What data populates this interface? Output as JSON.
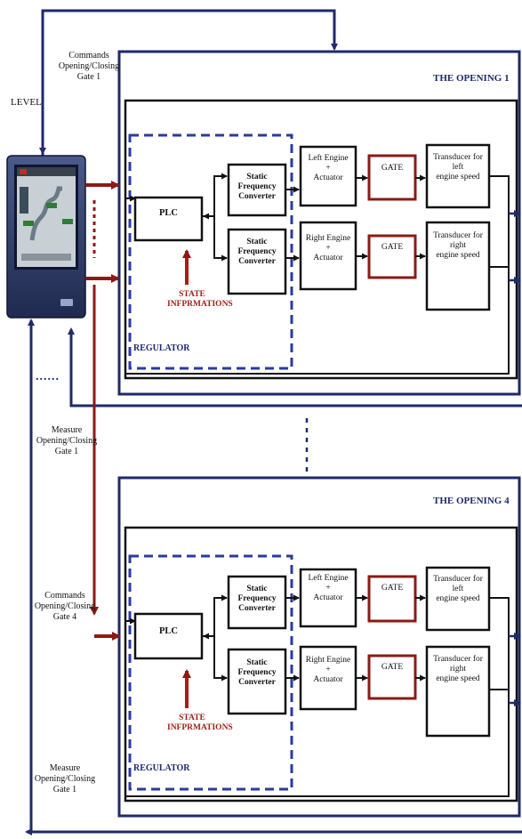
{
  "level_label": "LEVEL",
  "dots_label": "......",
  "vertical_dots": ":",
  "commands_gate1": [
    "Commands",
    "Opening/Closing",
    "Gate 1"
  ],
  "measure_gate1_top": [
    "Measure",
    "Opening/Closing",
    "Gate 1"
  ],
  "commands_gate4": [
    "Commands",
    "Opening/Closing",
    "Gate 4"
  ],
  "measure_gate1_bottom": [
    "Measure",
    "Opening/Closing",
    "Gate 1"
  ],
  "openings": [
    {
      "title": "THE OPENING 1",
      "plc": "PLC",
      "state_info": [
        "STATE",
        "INFPRMATIONS"
      ],
      "regulator": "REGULATOR",
      "sfc_top": [
        "Static Frequency",
        "Converter"
      ],
      "sfc_bottom": [
        "Static Frequency",
        "Converter"
      ],
      "left_engine": [
        "Left Engine",
        "+",
        "Actuator"
      ],
      "right_engine": [
        "Right Engine",
        "+",
        "Actuator"
      ],
      "gate_top": "GATE",
      "gate_bottom": "GATE",
      "transducer_left": [
        "Transducer for left",
        "engine speed"
      ],
      "transducer_right": [
        "Transducer for right",
        "engine speed"
      ]
    },
    {
      "title": "THE OPENING 4",
      "plc": "PLC",
      "state_info": [
        "STATE",
        "INFPRMATIONS"
      ],
      "regulator": "REGULATOR",
      "sfc_top": [
        "Static Frequency",
        "Converter"
      ],
      "sfc_bottom": [
        "Static Frequency",
        "Converter"
      ],
      "left_engine": [
        "Left Engine",
        "+",
        "Actuator"
      ],
      "right_engine": [
        "Right Engine",
        "+",
        "Actuator"
      ],
      "gate_top": "GATE",
      "gate_bottom": "GATE",
      "transducer_left": [
        "Transducer for left",
        "engine speed"
      ],
      "transducer_right": [
        "Transducer for right",
        "engine speed"
      ]
    }
  ],
  "colors": {
    "navy": "#1f2a6b",
    "dark_red": "#8b1a16",
    "black": "#111111"
  }
}
